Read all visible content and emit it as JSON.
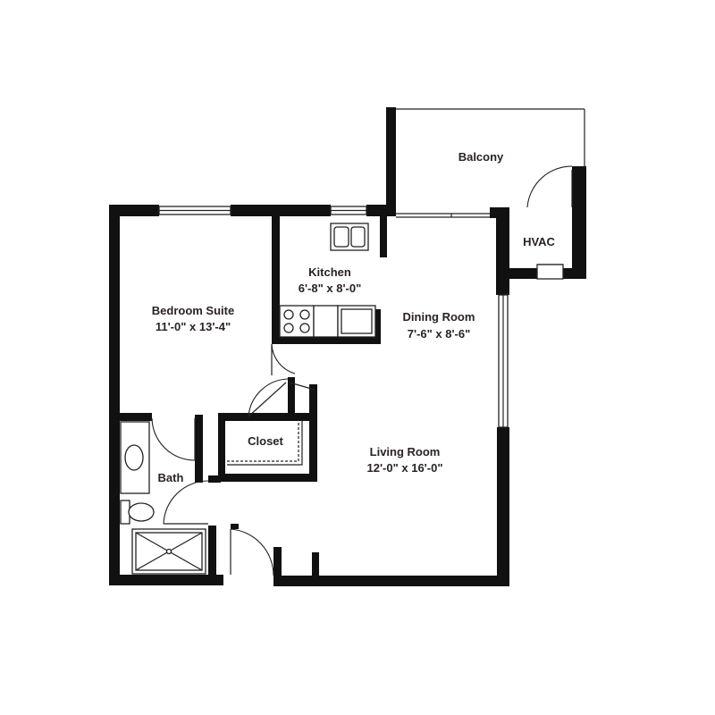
{
  "rooms": {
    "balcony": {
      "name": "Balcony"
    },
    "hvac": {
      "name": "HVAC"
    },
    "kitchen": {
      "name": "Kitchen",
      "size": "6'-8\" x 8'-0\""
    },
    "dining": {
      "name": "Dining Room",
      "size": "7'-6\" x 8'-6\""
    },
    "bedroom": {
      "name": "Bedroom Suite",
      "size": "11'-0\" x 13'-4\""
    },
    "closet": {
      "name": "Closet"
    },
    "bath": {
      "name": "Bath"
    },
    "living": {
      "name": "Living Room",
      "size": "12'-0\" x 16'-0\""
    }
  },
  "colors": {
    "wall": "#111111",
    "text": "#2a2224",
    "background": "#ffffff"
  }
}
